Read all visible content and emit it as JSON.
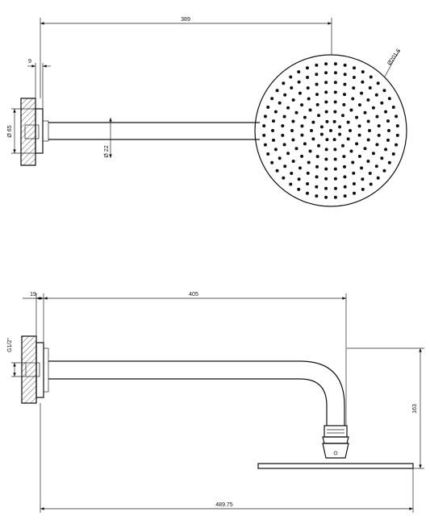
{
  "top_view": {
    "dim_arm_length": "389",
    "dim_flange_depth": "9",
    "dim_flange_diameter": "Ø 65",
    "dim_arm_diameter": "Ø 22",
    "dim_head_diameter": "Ø201.5"
  },
  "side_view": {
    "dim_flange_depth": "19",
    "dim_arm_length": "405",
    "dim_thread": "G1/2\"",
    "dim_drop_height": "163",
    "dim_total_length": "489.75"
  }
}
